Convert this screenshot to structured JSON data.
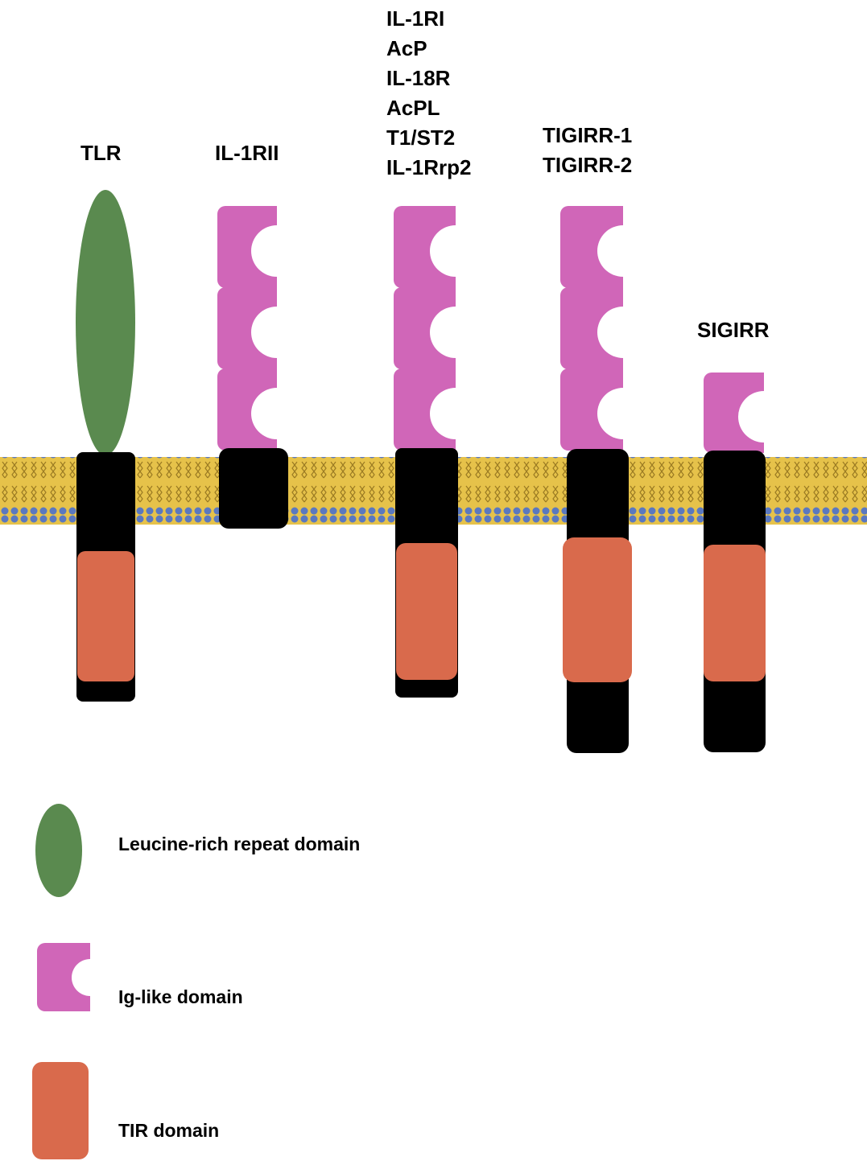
{
  "receptors": [
    {
      "key": "tlr",
      "labels": [
        "TLR"
      ]
    },
    {
      "key": "il1rii",
      "labels": [
        "IL-1RII"
      ]
    },
    {
      "key": "il1ri-group",
      "labels": [
        "IL-1RI",
        "AcP",
        "IL-18R",
        "AcPL",
        "T1/ST2",
        "IL-1Rrp2"
      ]
    },
    {
      "key": "tigirr",
      "labels": [
        "TIGIRR-1",
        "TIGIRR-2"
      ]
    },
    {
      "key": "sigirr",
      "labels": [
        "SIGIRR"
      ]
    }
  ],
  "legend": {
    "lrr": "Leucine-rich repeat domain",
    "ig": "Ig-like domain",
    "tir": "TIR domain"
  },
  "colors": {
    "lrr": "#5a8a4f",
    "ig": "#d066b8",
    "tir": "#d96a4c",
    "transmembrane": "#000000",
    "membrane_core": "#e7c84e",
    "membrane_heads": "#5a78c0"
  },
  "icons": {
    "lrr": "green-ellipse",
    "ig": "magenta-c-shape",
    "tir": "orange-rounded-rect"
  }
}
